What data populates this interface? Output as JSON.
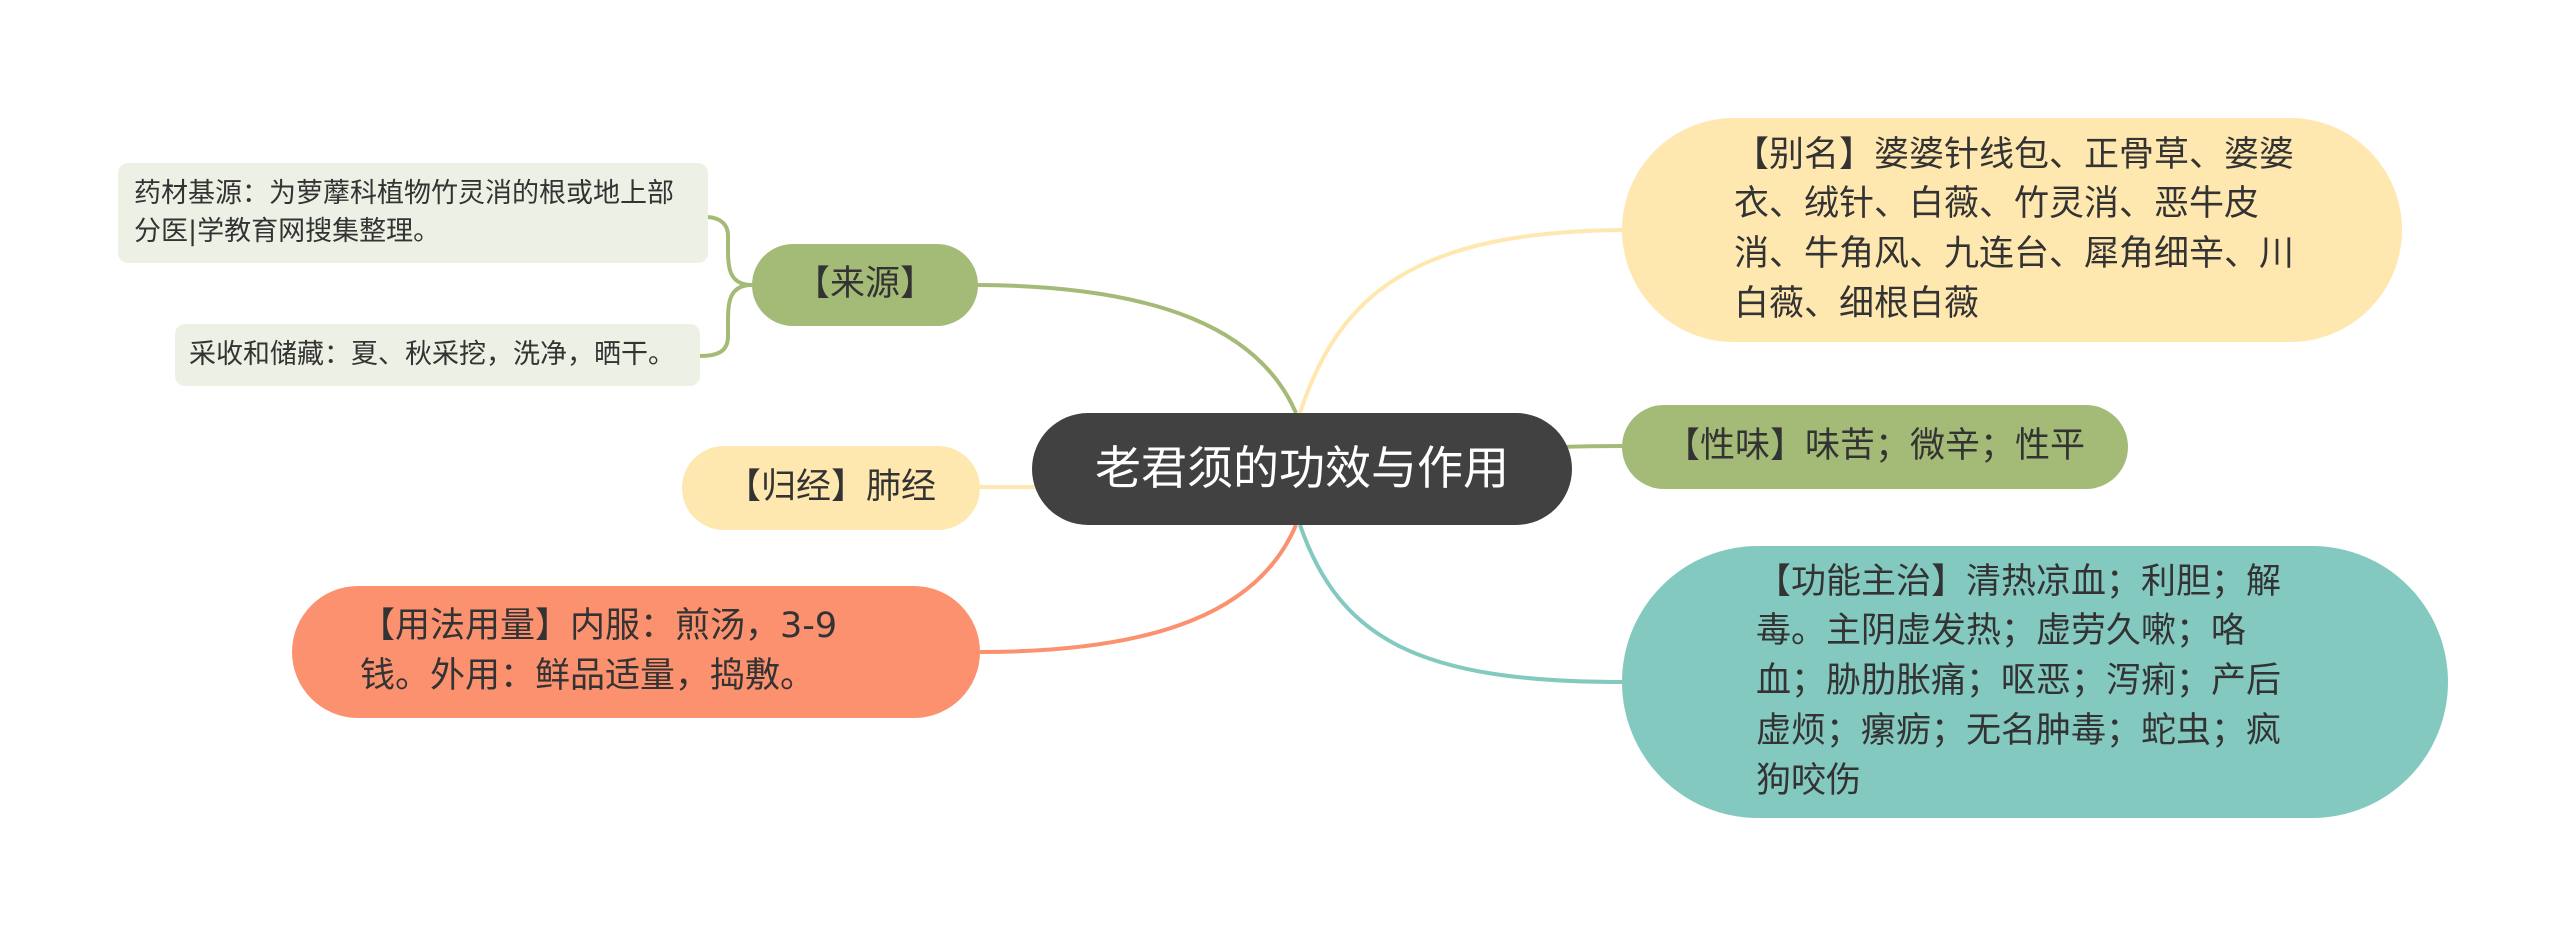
{
  "root": {
    "label": "老君须的功效与作用"
  },
  "branches": {
    "alias": {
      "label": "【别名】婆婆针线包、正骨草、婆婆衣、绒针、白薇、竹灵消、恶牛皮消、牛角风、九连台、犀角细辛、川白薇、细根白薇"
    },
    "taste": {
      "label": "【性味】味苦；微辛；性平"
    },
    "function": {
      "label": "【功能主治】清热凉血；利胆；解毒。主阴虚发热；虚劳久嗽；咯血；胁肋胀痛；呕恶；泻痢；产后虚烦；瘰疬；无名肿毒；蛇虫；疯狗咬伤"
    },
    "source": {
      "label": "【来源】",
      "children": [
        {
          "label": "药材基源：为萝藦科植物竹灵消的根或地上部分医|学教育网搜集整理。"
        },
        {
          "label": "采收和储藏：夏、秋采挖，洗净，晒干。"
        }
      ]
    },
    "meridian": {
      "label": "【归经】肺经"
    },
    "usage": {
      "label": "【用法用量】内服：煎汤，3-9钱。外用：鲜品适量，捣敷。"
    }
  },
  "colors": {
    "root": "#414141",
    "yellow": "#ffe7b0",
    "green": "#a4ba77",
    "teal": "#83c9bf",
    "orange": "#fb916e",
    "leaf": "#edf1e5",
    "text": "#333333"
  }
}
